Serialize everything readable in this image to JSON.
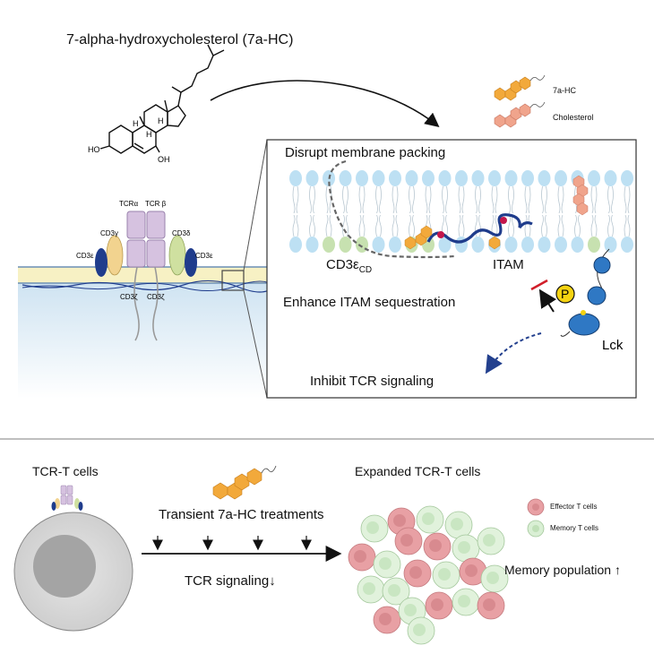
{
  "molecule": {
    "title": "7-alpha-hydroxycholesterol (7a-HC)",
    "ho_left": "HO",
    "oh_right": "OH",
    "h_labels": [
      "H",
      "H",
      "H"
    ]
  },
  "legend_top": {
    "items": [
      {
        "label": "7a-HC",
        "color": "#f2a93b"
      },
      {
        "label": "Cholesterol",
        "color": "#f0a48c"
      }
    ]
  },
  "zoom_panel": {
    "disrupt_label": "Disrupt membrane packing",
    "cd3e_label": "CD3ε",
    "cd3e_sub": "CD",
    "itam_label": "ITAM",
    "enhance_label": "Enhance ITAM sequestration",
    "phospho_label": "P",
    "lck_label": "Lck",
    "inhibit_label": "Inhibit TCR signaling"
  },
  "tcr_complex": {
    "tcra": "TCRα",
    "tcrb": "TCR β",
    "cd3g": "CD3γ",
    "cd3d": "CD3δ",
    "cd3e_left": "CD3ε",
    "cd3e_right": "CD3ε",
    "cd3z_left": "CD3ζ",
    "cd3z_right": "CD3ζ"
  },
  "bottom": {
    "tcr_t_cells": "TCR-T cells",
    "treatment": "Transient 7a-HC treatments",
    "tcr_signaling": "TCR signaling",
    "down_arrow": "↓",
    "expanded": "Expanded TCR-T cells",
    "memory_population": "Memory population",
    "up_arrow": "↑",
    "legend": [
      {
        "label": "Effector T cells",
        "color": "#e8a0a4"
      },
      {
        "label": "Memory T cells",
        "color": "#c9e6c2"
      }
    ]
  },
  "colors": {
    "lipid_head": "#bde0f3",
    "lipid_head_green": "#c7e1b0",
    "membrane_band": "#f7f1c4",
    "cytoplasm": "#d6e8f4",
    "itam_chain": "#1f3c8c",
    "lck": "#2f78c4",
    "tcr_box": "#d6c2e0"
  }
}
